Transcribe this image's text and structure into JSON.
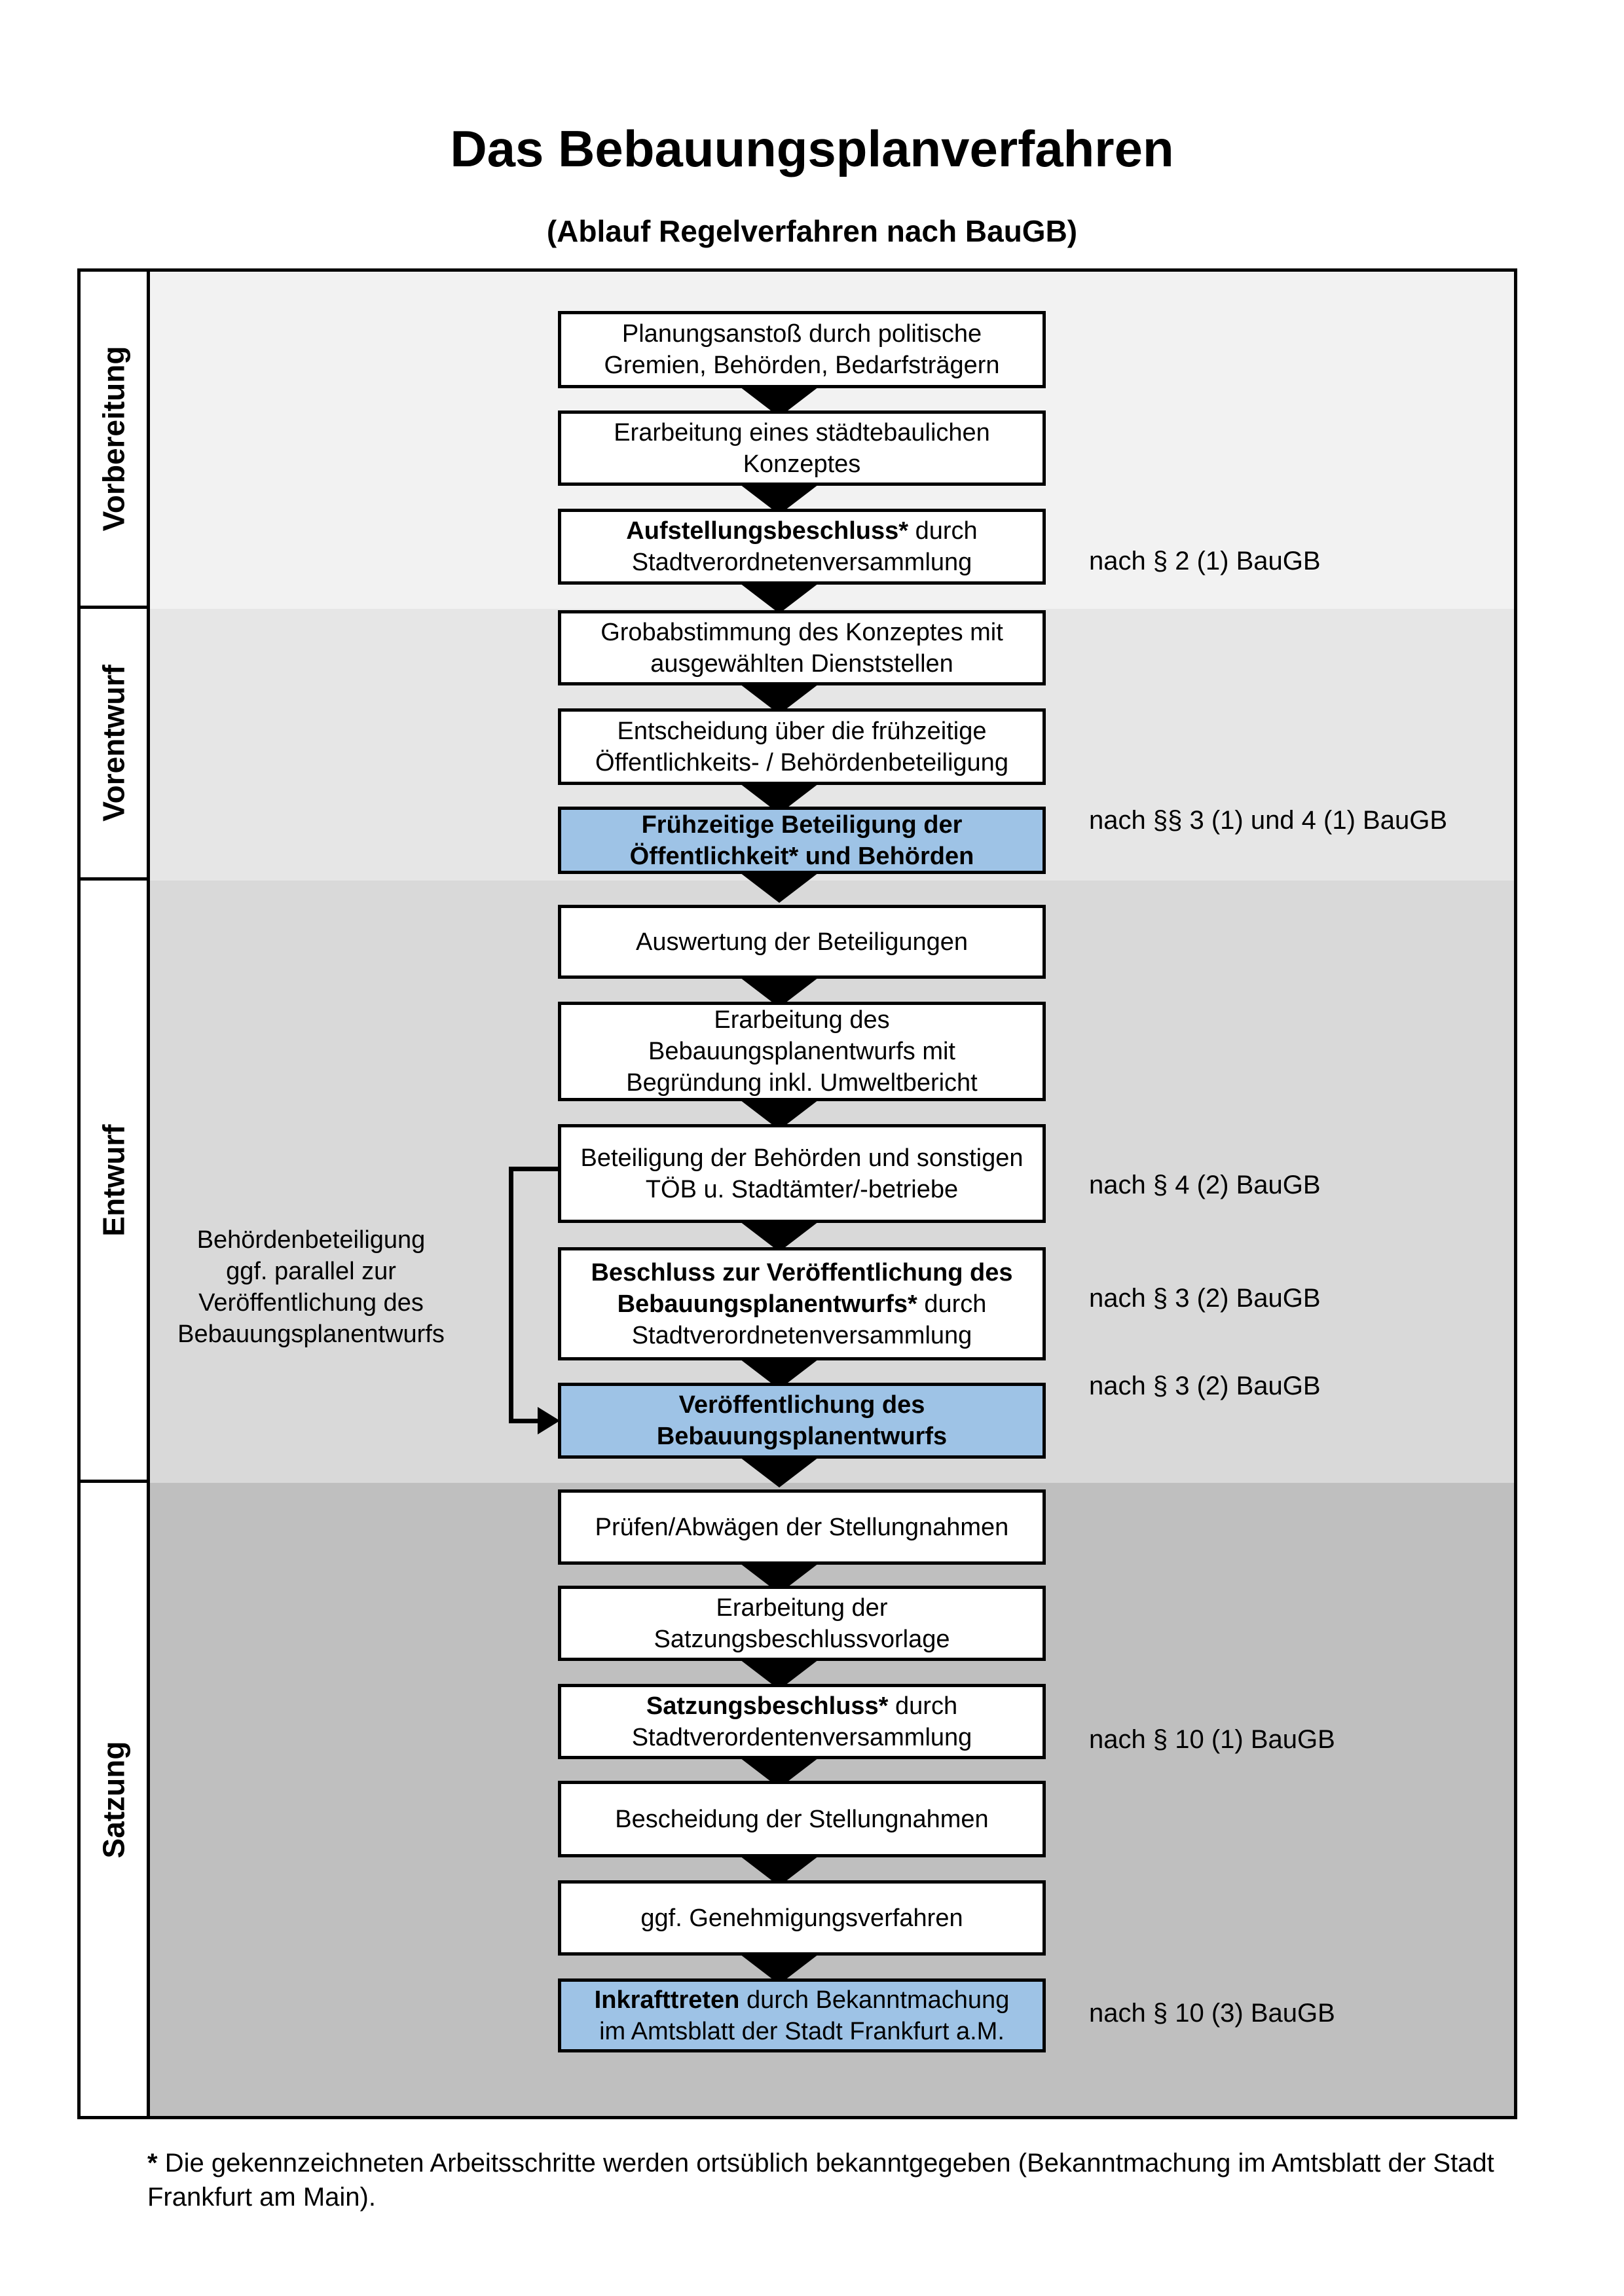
{
  "header": {
    "title": "Das Bebauungsplanverfahren",
    "subtitle": "(Ablauf Regelverfahren nach BauGB)"
  },
  "phases": [
    {
      "id": "vorbereitung",
      "label": "Vorbereitung"
    },
    {
      "id": "vorentwurf",
      "label": "Vorentwurf"
    },
    {
      "id": "entwurf",
      "label": "Entwurf"
    },
    {
      "id": "satzung",
      "label": "Satzung"
    }
  ],
  "steps": [
    {
      "id": "planungsanstoss",
      "phase": "vorbereitung",
      "highlight": false,
      "segments": [
        {
          "text": "Planungsanstoß durch politische Gremien, Behörden, Bedarfsträgern",
          "bold": false
        }
      ]
    },
    {
      "id": "staedtebauliches-konzept",
      "phase": "vorbereitung",
      "highlight": false,
      "segments": [
        {
          "text": "Erarbeitung eines städtebaulichen Konzeptes",
          "bold": false
        }
      ]
    },
    {
      "id": "aufstellungsbeschluss",
      "phase": "vorbereitung",
      "highlight": false,
      "segments": [
        {
          "text": "Aufstellungsbeschluss*",
          "bold": true
        },
        {
          "text": " durch Stadtverordnetenversammlung",
          "bold": false
        }
      ]
    },
    {
      "id": "grobabstimmung",
      "phase": "vorentwurf",
      "highlight": false,
      "segments": [
        {
          "text": "Grobabstimmung des Konzeptes mit ausgewählten Dienststellen",
          "bold": false
        }
      ]
    },
    {
      "id": "entscheidung-beteiligung",
      "phase": "vorentwurf",
      "highlight": false,
      "segments": [
        {
          "text": "Entscheidung über die frühzeitige Öffentlichkeits- / Behördenbeteiligung",
          "bold": false
        }
      ]
    },
    {
      "id": "fruehzeitige-beteiligung",
      "phase": "vorentwurf",
      "highlight": true,
      "segments": [
        {
          "text": "Frühzeitige Beteiligung der Öffentlichkeit* und Behörden",
          "bold": true
        }
      ]
    },
    {
      "id": "auswertung-beteiligungen",
      "phase": "entwurf",
      "highlight": false,
      "segments": [
        {
          "text": "Auswertung der Beteiligungen",
          "bold": false
        }
      ]
    },
    {
      "id": "erarbeitung-entwurf",
      "phase": "entwurf",
      "highlight": false,
      "segments": [
        {
          "text": "Erarbeitung des Bebauungsplanentwurfs mit Begründung inkl. Umweltbericht",
          "bold": false
        }
      ]
    },
    {
      "id": "behoerdenbeteiligung",
      "phase": "entwurf",
      "highlight": false,
      "segments": [
        {
          "text": "Beteiligung der Behörden und sonstigen TÖB u. Stadtämter/-betriebe",
          "bold": false
        }
      ]
    },
    {
      "id": "veroeffentlichungsbeschluss",
      "phase": "entwurf",
      "highlight": false,
      "segments": [
        {
          "text": "Beschluss zur Veröffentlichung des Bebauungsplanentwurfs*",
          "bold": true
        },
        {
          "text": " durch Stadtverordnetenversammlung",
          "bold": false
        }
      ]
    },
    {
      "id": "veroeffentlichung-entwurf",
      "phase": "entwurf",
      "highlight": true,
      "segments": [
        {
          "text": "Veröffentlichung des Bebauungsplanentwurfs",
          "bold": true
        }
      ]
    },
    {
      "id": "pruefen-abwaegen",
      "phase": "satzung",
      "highlight": false,
      "segments": [
        {
          "text": "Prüfen/Abwägen der Stellungnahmen",
          "bold": false
        }
      ]
    },
    {
      "id": "satzungsbeschlussvorlage",
      "phase": "satzung",
      "highlight": false,
      "segments": [
        {
          "text": "Erarbeitung der Satzungsbeschlussvorlage",
          "bold": false
        }
      ]
    },
    {
      "id": "satzungsbeschluss",
      "phase": "satzung",
      "highlight": false,
      "segments": [
        {
          "text": "Satzungsbeschluss*",
          "bold": true
        },
        {
          "text": " durch Stadtverordentenversammlung",
          "bold": false
        }
      ]
    },
    {
      "id": "bescheidung",
      "phase": "satzung",
      "highlight": false,
      "segments": [
        {
          "text": "Bescheidung der Stellungnahmen",
          "bold": false
        }
      ]
    },
    {
      "id": "genehmigungsverfahren",
      "phase": "satzung",
      "highlight": false,
      "segments": [
        {
          "text": "ggf. Genehmigungsverfahren",
          "bold": false
        }
      ]
    },
    {
      "id": "inkrafttreten",
      "phase": "satzung",
      "highlight": true,
      "segments": [
        {
          "text": "Inkrafttreten",
          "bold": true
        },
        {
          "text": " durch Bekanntmachung im Amtsblatt der Stadt Frankfurt a.M.",
          "bold": false
        }
      ]
    }
  ],
  "law_refs": [
    {
      "step": "aufstellungsbeschluss",
      "text": "nach § 2 (1) BauGB"
    },
    {
      "step": "fruehzeitige-beteiligung",
      "text": "nach §§ 3 (1) und 4 (1) BauGB"
    },
    {
      "step": "behoerdenbeteiligung",
      "text": "nach § 4 (2) BauGB"
    },
    {
      "step": "veroeffentlichungsbeschluss",
      "text": "nach § 3 (2) BauGB"
    },
    {
      "step": "veroeffentlichung-entwurf",
      "text": "nach § 3 (2) BauGB"
    },
    {
      "step": "satzungsbeschluss",
      "text": "nach § 10 (1) BauGB"
    },
    {
      "step": "inkrafttreten",
      "text": "nach § 10 (3) BauGB"
    }
  ],
  "side_note": {
    "text": "Behördenbeteiligung\nggf. parallel zur\nVeröffentlichung des\nBebauungsplanentwurfs"
  },
  "footnote": {
    "marker": "*",
    "text": " Die gekennzeichneten Arbeitsschritte werden ortsüblich bekanntgegeben (Bekanntmachung im Amtsblatt  der Stadt Frankfurt am Main)."
  },
  "colors": {
    "highlight_box_bg": "#9ec3e6",
    "step_box_bg": "#ffffff",
    "border": "#000000",
    "phase_band_colors": [
      "#f2f2f2",
      "#e6e6e6",
      "#d9d9d9",
      "#bfbfbf"
    ]
  }
}
